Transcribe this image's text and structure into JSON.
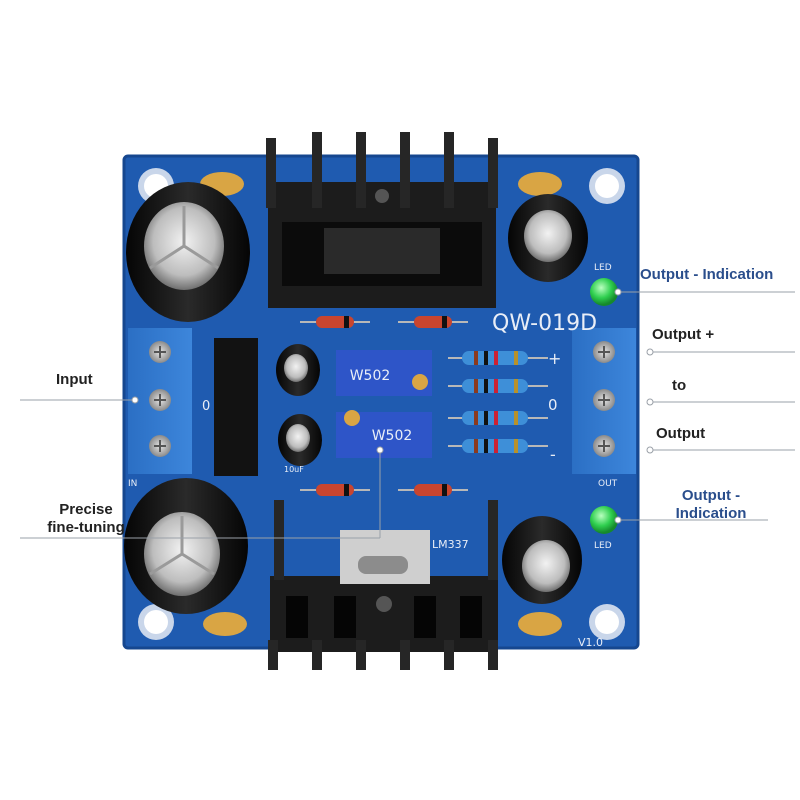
{
  "board": {
    "model": "QW-019D",
    "version": "V1.0",
    "regulator": "LM337",
    "trimmer_top": "W502",
    "trimmer_bottom": "W502",
    "in_label": "IN",
    "out_label": "OUT",
    "led_label": "LED",
    "pin_plus": "+",
    "pin_zero": "0",
    "pin_minus": "-",
    "cap_small_label": "10uF",
    "colors": {
      "pcb": "#1f5bb0",
      "terminal": "#2f74c9",
      "heatsink": "#1c1c1c",
      "capacitor": "#121212",
      "led": "#29c64a"
    }
  },
  "callouts": {
    "output_indication_top": "Output - Indication",
    "output_plus": "Output +",
    "to": "to",
    "output": "Output",
    "input": "Input",
    "precise_1": "Precise",
    "precise_2": "fine-tuning",
    "output_indication_bottom_1": "Output -",
    "output_indication_bottom_2": "Indication"
  }
}
